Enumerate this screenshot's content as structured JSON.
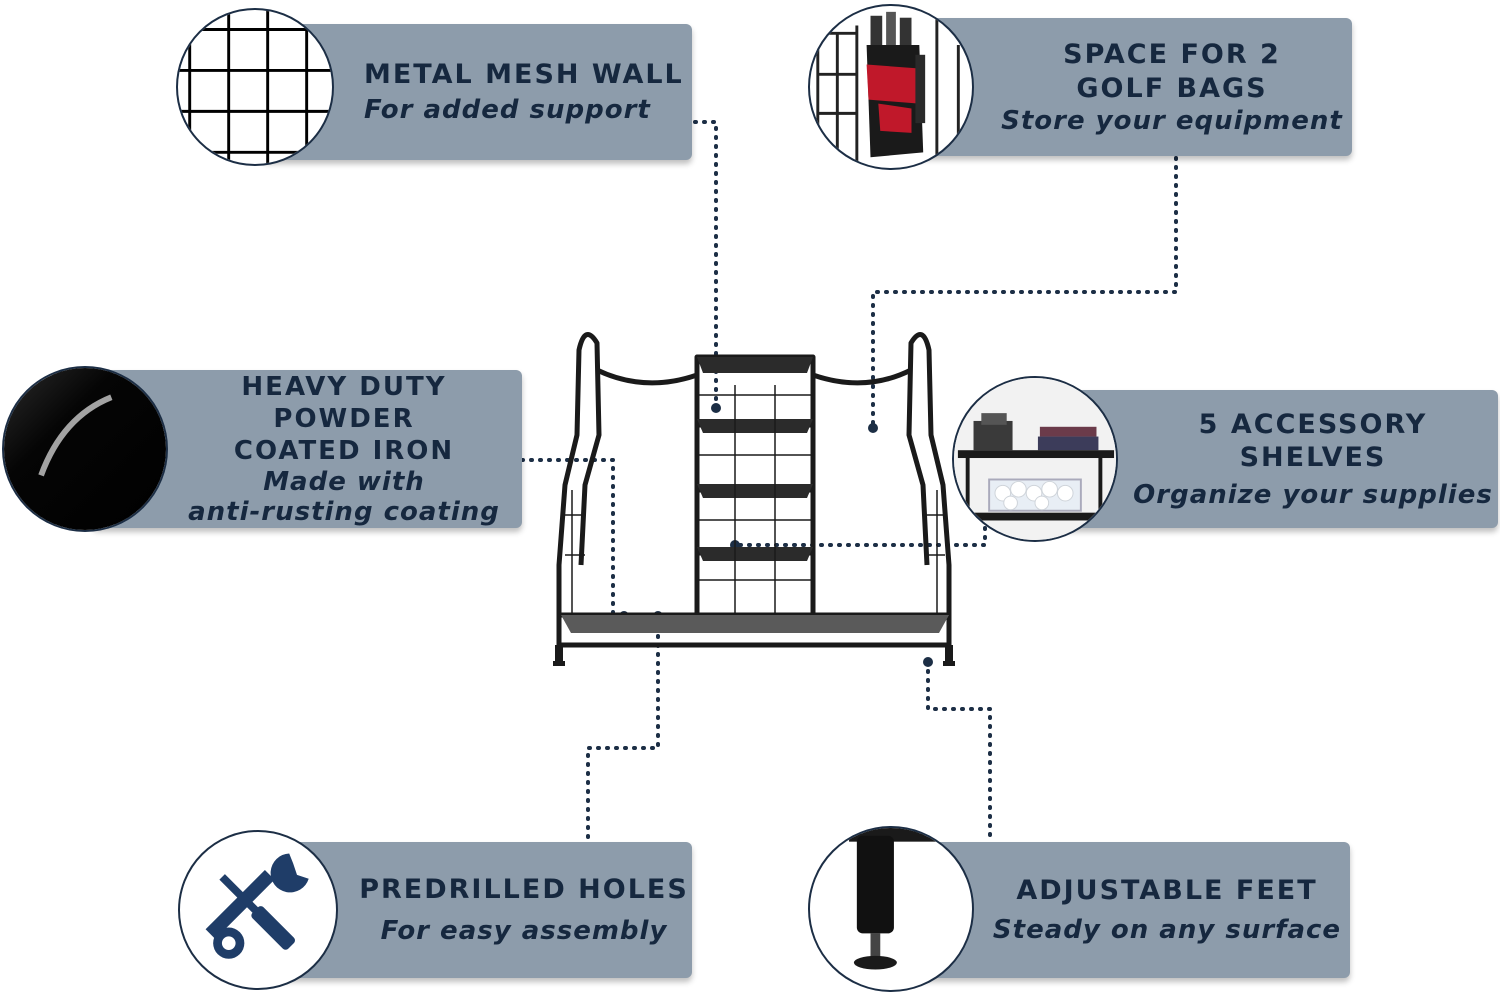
{
  "features": {
    "mesh": {
      "title": "METAL MESH WALL",
      "subtitle": "For added support"
    },
    "golf": {
      "title": "SPACE FOR 2\nGOLF BAGS",
      "subtitle": "Store your equipment"
    },
    "iron": {
      "title": "HEAVY DUTY POWDER\nCOATED IRON",
      "subtitle": "Made with\nanti-rusting coating"
    },
    "shelves": {
      "title": "5 ACCESSORY SHELVES",
      "subtitle": "Organize your supplies"
    },
    "holes": {
      "title": "PREDRILLED HOLES",
      "subtitle": "For easy assembly"
    },
    "feet": {
      "title": "ADJUSTABLE FEET",
      "subtitle": "Steady on any surface"
    }
  },
  "colors": {
    "panel": "#8d9cab",
    "text": "#16283f",
    "dots": "#1c2e45",
    "bag_red": "#c0182a"
  },
  "icons": [
    "mesh-icon",
    "golf-bag-icon",
    "powder-coated-iron-icon",
    "shelf-icon",
    "screwdriver-wrench-icon",
    "adjustable-foot-icon",
    "storage-rack-image"
  ]
}
